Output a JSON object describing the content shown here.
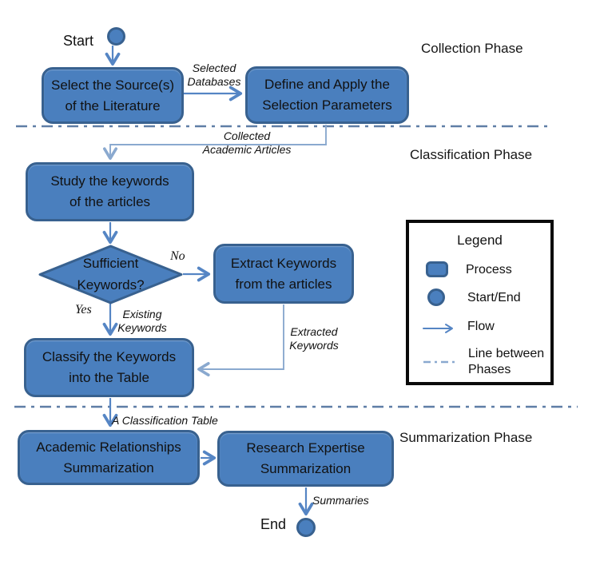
{
  "colors": {
    "node_fill": "#4a7fbe",
    "node_border": "#38618f",
    "flow_arrow": "#5585c4",
    "elbow_connector": "#8aa9cf",
    "phase_divider": "#5f7ea6",
    "legend_border": "#0a0a0a",
    "text": "#111111",
    "background": "#ffffff"
  },
  "phases": {
    "collection": "Collection Phase",
    "classification": "Classification Phase",
    "summarization": "Summarization Phase"
  },
  "terminators": {
    "start": "Start",
    "end": "End"
  },
  "nodes": {
    "select_sources": "Select the Source(s)\nof the Literature",
    "define_parameters": "Define and Apply the\nSelection Parameters",
    "study_keywords": "Study the keywords\nof the articles",
    "sufficient_keywords": "Sufficient\nKeywords?",
    "extract_keywords": "Extract Keywords\nfrom the articles",
    "classify_keywords": "Classify the Keywords\ninto the Table",
    "academic_summarization": "Academic Relationships\nSummarization",
    "research_summarization": "Research Expertise\nSummarization"
  },
  "edge_labels": {
    "selected_databases": "Selected\nDatabases",
    "collected_articles": "Collected\nAcademic Articles",
    "no": "No",
    "yes": "Yes",
    "existing_keywords": "Existing\nKeywords",
    "extracted_keywords": "Extracted\nKeywords",
    "classification_table": "A Classification Table",
    "summaries": "Summaries"
  },
  "legend": {
    "title": "Legend",
    "items": [
      {
        "icon": "process-icon",
        "label": "Process"
      },
      {
        "icon": "start-end-icon",
        "label": "Start/End"
      },
      {
        "icon": "flow-arrow-icon",
        "label": "Flow"
      },
      {
        "icon": "phase-line-icon",
        "label": "Line between\nPhases"
      }
    ]
  }
}
